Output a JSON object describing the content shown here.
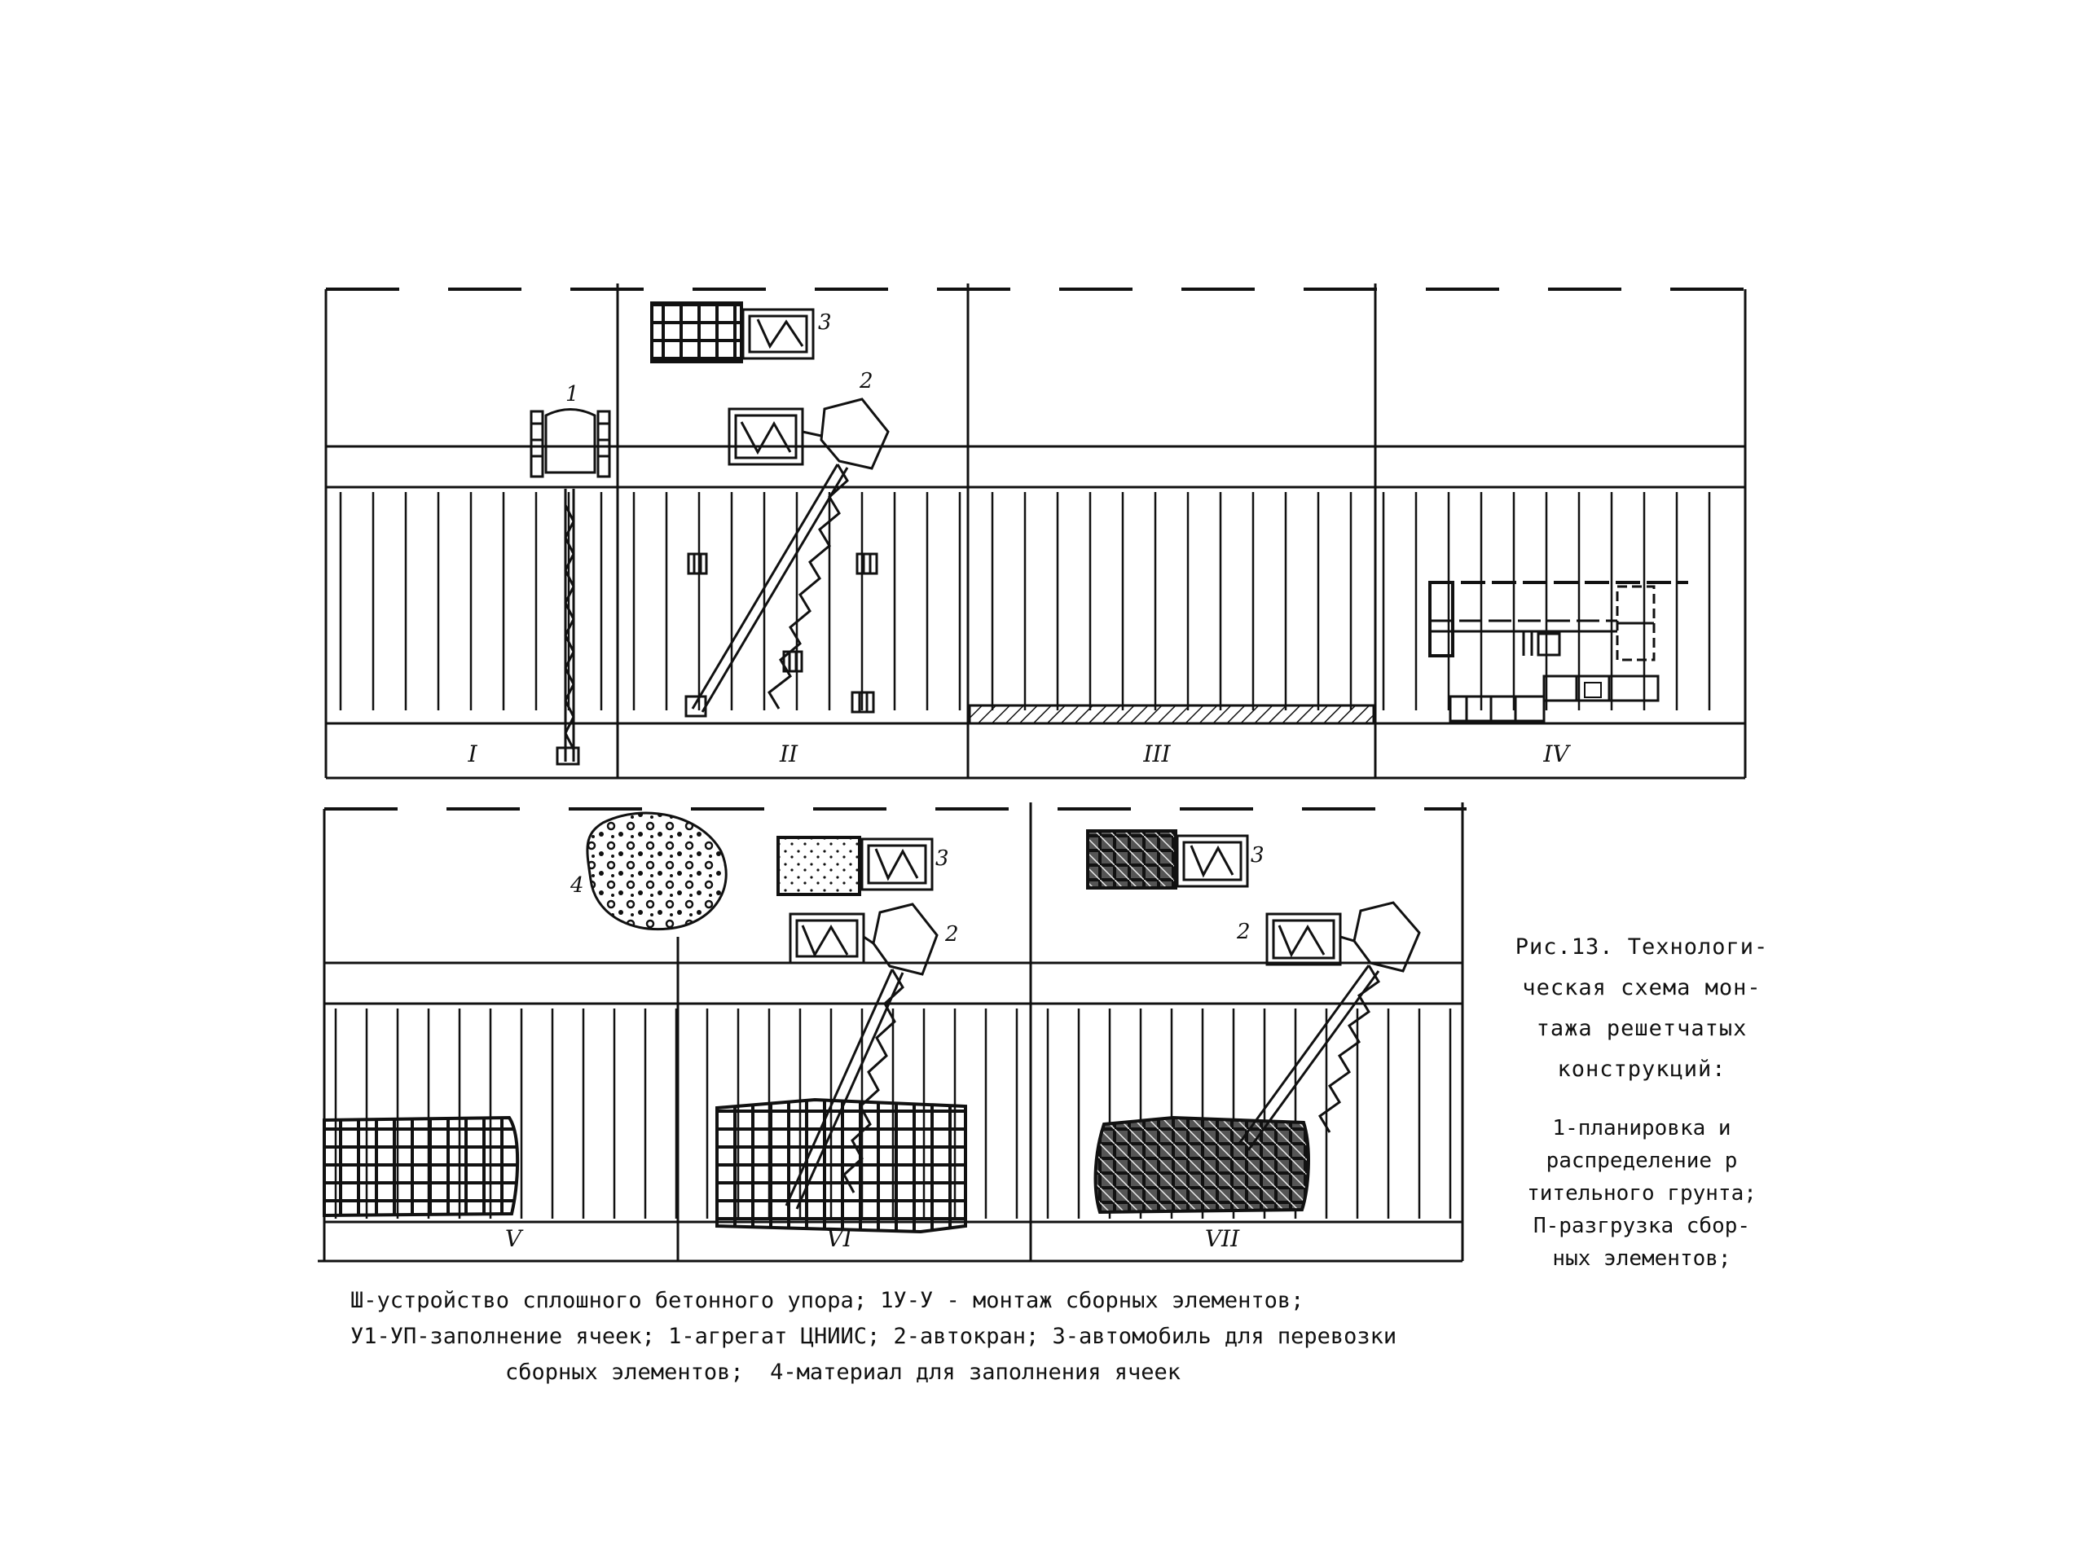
{
  "figure": {
    "caption_lines": [
      "Рис.13. Технологи-",
      "ческая схема мон-",
      "тажа решетчатых",
      "конструкций:"
    ],
    "legend_lines": [
      "1-планировка и",
      "распределение р",
      "тительного грунта;",
      "П-разгрузка сбор-",
      "ных элементов;"
    ],
    "bottom_lines": [
      "Ш-устройство сплошного бетонного упора; 1У-У - монтаж сборных элементов;",
      "У1-УП-заполнение ячеек; 1-агрегат ЦНИИС; 2-автокран; 3-автомобиль для перевозки",
      "сборных элементов;  4-материал для заполнения ячеек"
    ]
  },
  "stages": {
    "top": [
      "I",
      "II",
      "III",
      "IV"
    ],
    "bottom": [
      "V",
      "VI",
      "VII"
    ]
  },
  "callouts": {
    "aggregate": "1",
    "crane_top": "2",
    "truck_top": "3",
    "material": "4",
    "truck_v1": "3",
    "crane_v1": "2",
    "truck_v2": "3",
    "crane_v2": "2"
  }
}
